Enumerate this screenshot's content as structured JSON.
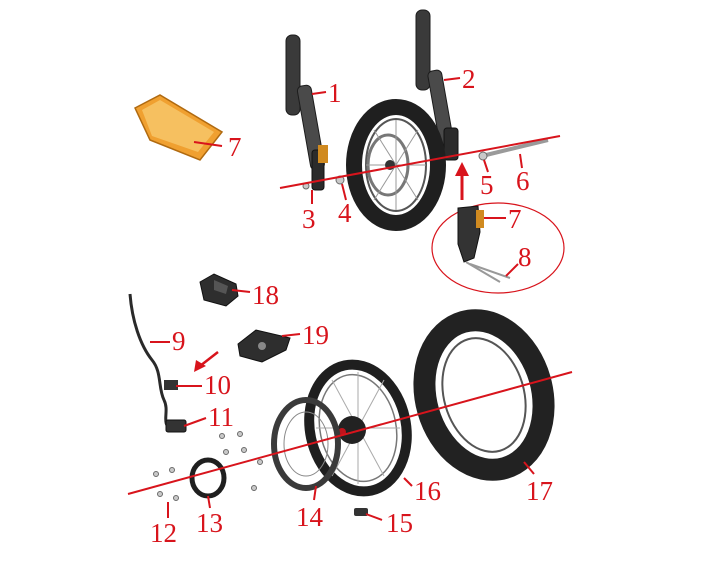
{
  "diagram": {
    "callouts": [
      {
        "id": "c1",
        "label": "1"
      },
      {
        "id": "c2",
        "label": "2"
      },
      {
        "id": "c3",
        "label": "3"
      },
      {
        "id": "c4",
        "label": "4"
      },
      {
        "id": "c5",
        "label": "5"
      },
      {
        "id": "c6",
        "label": "6"
      },
      {
        "id": "c7a",
        "label": "7"
      },
      {
        "id": "c7b",
        "label": "7"
      },
      {
        "id": "c8",
        "label": "8"
      },
      {
        "id": "c9",
        "label": "9"
      },
      {
        "id": "c10",
        "label": "10"
      },
      {
        "id": "c11",
        "label": "11"
      },
      {
        "id": "c12",
        "label": "12"
      },
      {
        "id": "c13",
        "label": "13"
      },
      {
        "id": "c14",
        "label": "14"
      },
      {
        "id": "c15",
        "label": "15"
      },
      {
        "id": "c16",
        "label": "16"
      },
      {
        "id": "c17",
        "label": "17"
      },
      {
        "id": "c18",
        "label": "18"
      },
      {
        "id": "c19",
        "label": "19"
      }
    ],
    "colors": {
      "callout": "#d8141c",
      "reflector": "#f0a030",
      "part_dark": "#3a3a3a",
      "metal": "#c9c9c9"
    }
  }
}
